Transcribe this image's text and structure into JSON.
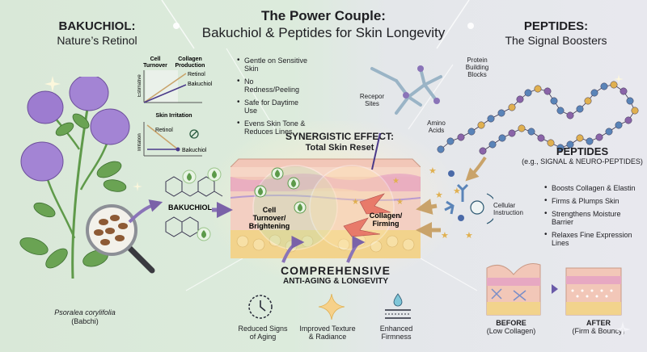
{
  "header": {
    "title_line1": "The Power Couple:",
    "title_line2": "Bakuchiol & Peptides for Skin Longevity"
  },
  "left_panel": {
    "title": "BAKUCHIOL:",
    "subtitle": "Nature’s Retinol",
    "plant_name": "Psoralea corylifolia",
    "plant_common": "(Babchi)",
    "molecule_label": "BAKUCHIOL",
    "chart_top": {
      "col1": "Cell Turnover",
      "col1_a": "Cell",
      "col1_b": "Turnover",
      "col2_a": "Collagen",
      "col2_b": "Production",
      "y_label": "Estimative",
      "series": [
        "Retinol",
        "Bakuchiol"
      ]
    },
    "chart_bottom": {
      "title": "Skin Irritation",
      "y_label": "Irritation",
      "series": [
        "Retinol",
        "Bakuchiol"
      ]
    },
    "benefits": [
      "Gentle on Sensitive Skin",
      "No Redness/Peeling",
      "Safe for Daytime Use",
      "Evens Skin Tone & Reduces Lines"
    ]
  },
  "center_panel": {
    "synergy_title": "SYNERGISTIC EFFECT:",
    "synergy_subtitle": "Total Skin Reset",
    "left_circle_label": "Cell Turnover/ Brightening",
    "left_circle_l1": "Cell",
    "left_circle_l2": "Turnover/",
    "left_circle_l3": "Brightening",
    "right_circle_l1": "Collagen/",
    "right_circle_l2": "Firming",
    "result_title": "COMPREHENSIVE",
    "result_subtitle": "ANTI-AGING & LONGEVITY",
    "results": [
      {
        "icon": "clock-icon",
        "line1": "Reduced Signs",
        "line2": "of Aging"
      },
      {
        "icon": "sparkle-icon",
        "line1": "Improved Texture",
        "line2": "& Radiance"
      },
      {
        "icon": "water-drop-layers-icon",
        "line1": "Enhanced",
        "line2": "Firmness"
      }
    ],
    "receptor_l1": "Recepor",
    "receptor_l2": "Sites"
  },
  "right_panel": {
    "title": "PEPTIDES:",
    "subtitle": "The Signal Boosters",
    "protein_l1": "Protein",
    "protein_l2": "Building",
    "protein_l3": "Blocks",
    "amino_l1": "Amino",
    "amino_l2": "Acids",
    "peptides_label": "PEPTIDES",
    "peptides_examples": "(e.g., SIGNAL & NEURO-PEPTIDES)",
    "cellular_l1": "Cellular",
    "cellular_l2": "Instruction",
    "benefits": [
      "Boosts Collagen & Elastin",
      "Firms & Plumps Skin",
      "Strengthens Moisture Barrier",
      "Relaxes Fine Expression Lines"
    ],
    "before_label": "BEFORE",
    "before_sub": "(Low Collagen)",
    "after_label": "AFTER",
    "after_sub": "(Firm & Bouncy)"
  },
  "colors": {
    "bakuchiol_green": "#5c9a4a",
    "petal_purple": "#9b7bc9",
    "retinol_line": "#c9a36a",
    "bakuchiol_line": "#4b3a8a",
    "skin_pink": "#f0c8c0",
    "fat_yellow": "#f2d38c",
    "bead_blue": "#5a84b8",
    "bead_gold": "#e0b050",
    "bead_purple": "#8a64a8"
  }
}
